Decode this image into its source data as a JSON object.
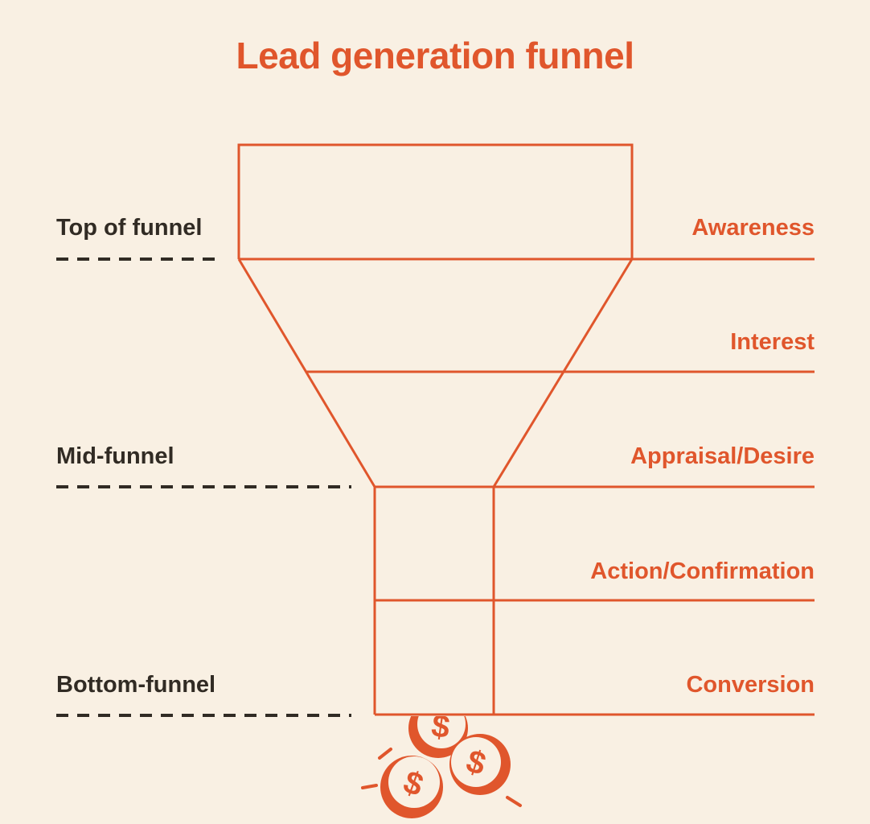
{
  "title": "Lead generation funnel",
  "colors": {
    "accent_orange": "#E0562C",
    "background_cream": "#F9F0E3",
    "ink_dark": "#312B24"
  },
  "funnel": {
    "left_labels": [
      {
        "label": "Top of funnel"
      },
      {
        "label": "Mid-funnel"
      },
      {
        "label": "Bottom-funnel"
      }
    ],
    "stages": [
      {
        "label": "Awareness"
      },
      {
        "label": "Interest"
      },
      {
        "label": "Appraisal/Desire"
      },
      {
        "label": "Action/Confirmation"
      },
      {
        "label": "Conversion"
      }
    ]
  },
  "coins": {
    "symbol": "$",
    "count": 3
  }
}
